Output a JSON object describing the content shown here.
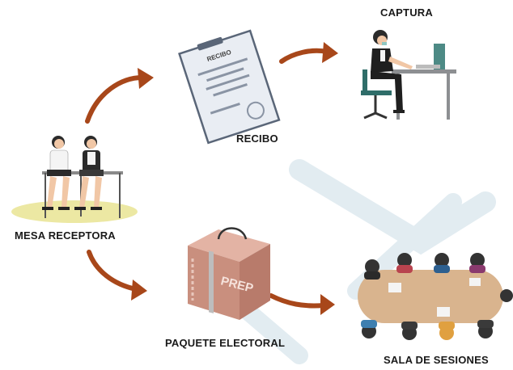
{
  "labels": {
    "captura": "CAPTURA",
    "recibo": "RECIBO",
    "mesa_receptora": "MESA RECEPTORA",
    "paquete_electoral": "PAQUETE ELECTORAL",
    "sala_de_sesiones": "SALA DE SESIONES"
  },
  "document_title": "RECIBO",
  "box_text": "PREP",
  "colors": {
    "arrow": "#a8471a",
    "watermark": "#dce8ef",
    "table": "#d9b48e",
    "box": "#c98f7e",
    "mat": "#ece8a3"
  },
  "icons": [
    "women-seated-icon",
    "document-icon",
    "typist-icon",
    "ballot-box-icon",
    "meeting-table-icon"
  ]
}
